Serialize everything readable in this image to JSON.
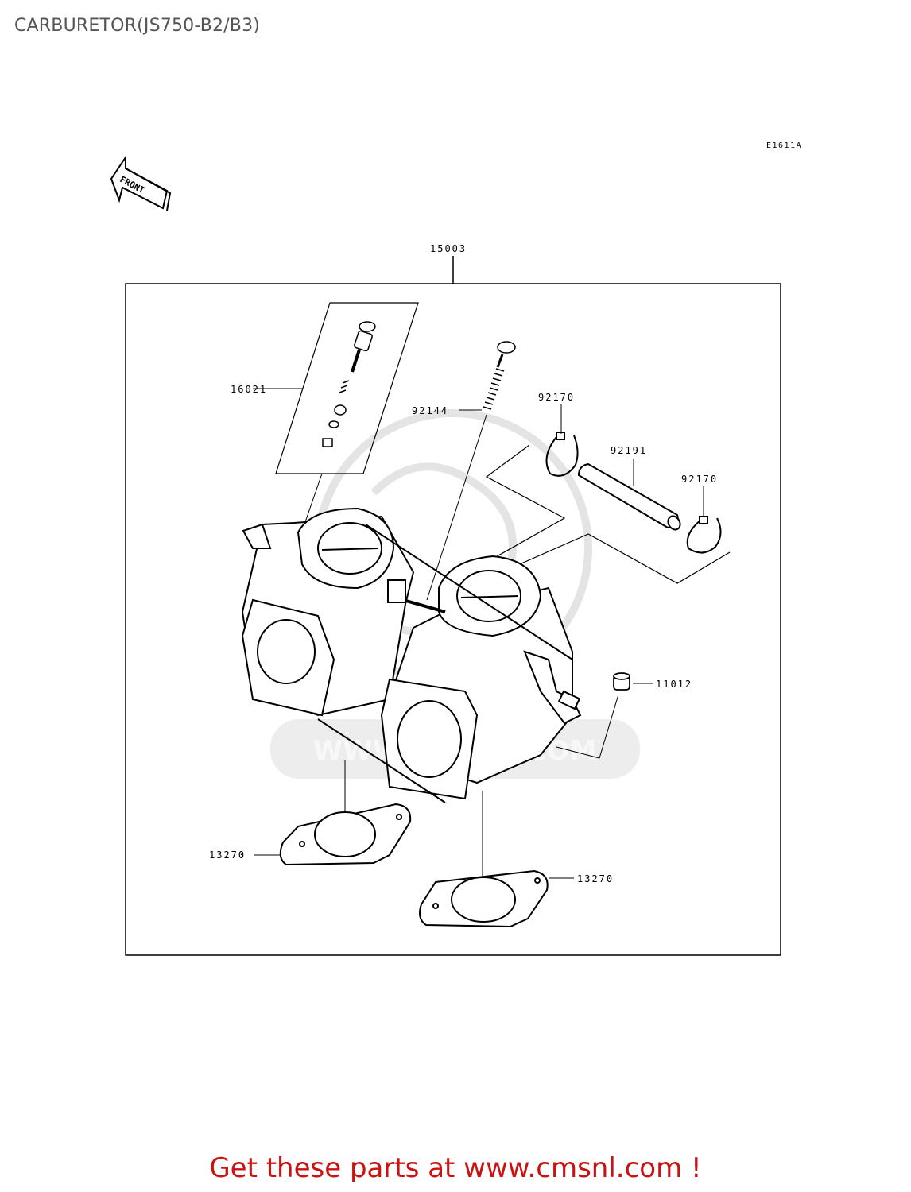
{
  "title": "CARBURETOR(JS750-B2/B3)",
  "diagram_code": "E1611A",
  "front_indicator": "FRONT",
  "watermark": "WWW.CMSNL.COM",
  "parts": {
    "assembly": "15003",
    "pilot_screw_set": "16021",
    "spring": "92144",
    "clamp_top": "92170",
    "hose": "92191",
    "clamp_right": "92170",
    "cap": "11012",
    "gasket_left": "13270",
    "gasket_right": "13270"
  },
  "cta": "Get these parts at www.cmsnl.com !",
  "colors": {
    "cta": "#cc1111",
    "title": "#555555",
    "line": "#000000",
    "watermark": "#e6e6e6"
  }
}
